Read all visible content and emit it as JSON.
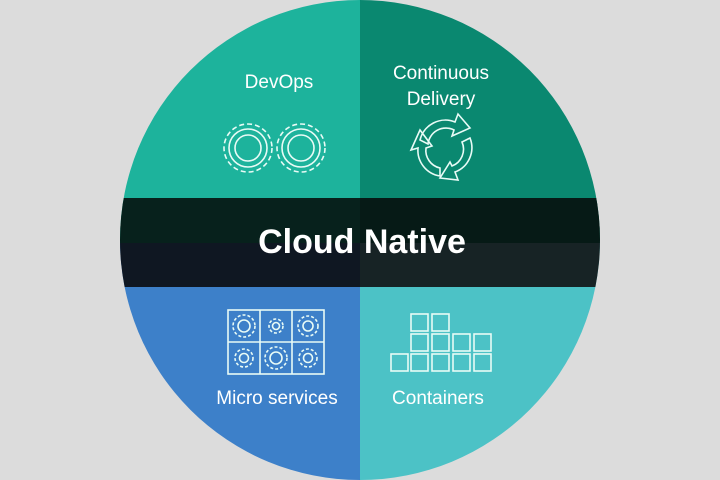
{
  "title": "Cloud Native",
  "quadrants": [
    {
      "label_lines": [
        "DevOps"
      ],
      "icon": "gears-icon",
      "color": "#1db39c"
    },
    {
      "label_lines": [
        "Continuous",
        "Delivery"
      ],
      "icon": "recycle-arrows-icon",
      "color": "#0a8870"
    },
    {
      "label_lines": [
        "Micro services"
      ],
      "icon": "service-grid-icon",
      "color": "#3d80c9"
    },
    {
      "label_lines": [
        "Containers"
      ],
      "icon": "container-stack-icon",
      "color": "#4cc2c6"
    }
  ],
  "band_color": "#0d1a1d",
  "background": "#dcdcdc"
}
